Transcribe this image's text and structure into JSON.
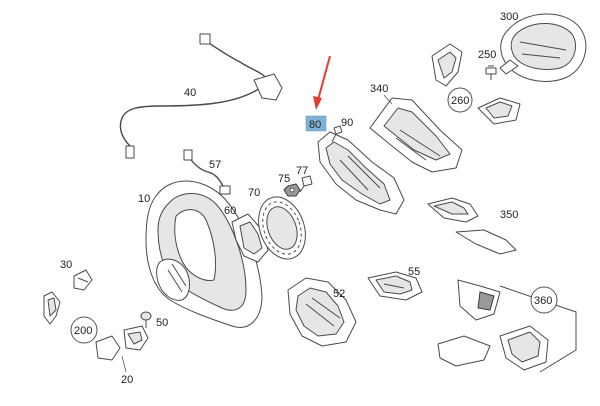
{
  "diagram": {
    "highlight_color": "#7fb3d5",
    "arrow_color": "#e53935",
    "labels": {
      "p10": "10",
      "p20": "20",
      "p30": "30",
      "p40": "40",
      "p50": "50",
      "p52": "52",
      "p55": "55",
      "p57": "57",
      "p60": "60",
      "p70": "70",
      "p75": "75",
      "p77": "77",
      "p80": "80",
      "p90": "90",
      "p200": "200",
      "p250": "250",
      "p260": "260",
      "p300": "300",
      "p340": "340",
      "p350": "350",
      "p360": "360"
    }
  }
}
